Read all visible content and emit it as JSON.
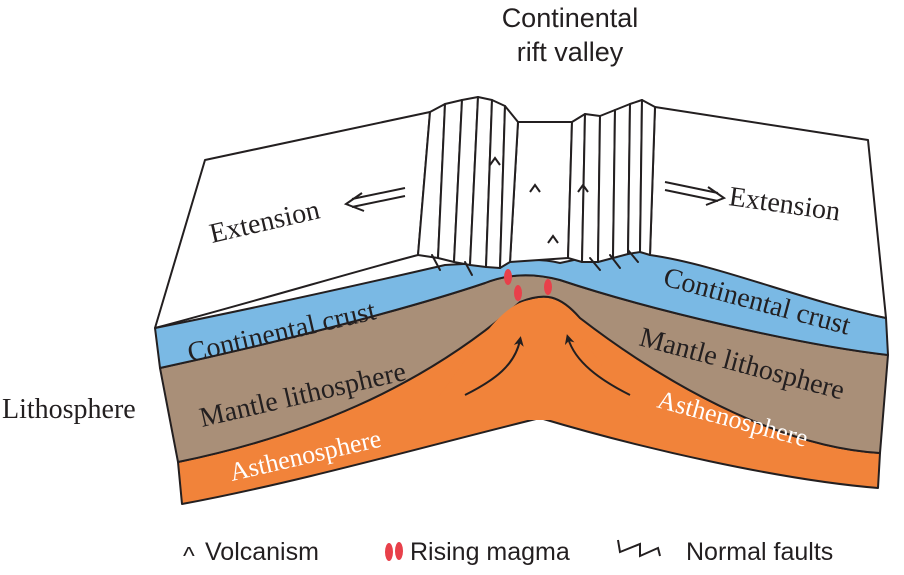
{
  "title": {
    "line1": "Continental",
    "line2": "rift valley"
  },
  "labels": {
    "extension_left": "Extension",
    "extension_right": "Extension",
    "crust_left": "Continental crust",
    "crust_right": "Continental crust",
    "mantle_left": "Mantle lithosphere",
    "mantle_right": "Mantle lithosphere",
    "astheno_left": "Asthenosphere",
    "astheno_right": "Asthenosphere",
    "lithosphere": "Lithosphere"
  },
  "legend": {
    "volcanism_symbol": "^",
    "volcanism": "Volcanism",
    "magma": "Rising magma",
    "faults": "Normal faults"
  },
  "colors": {
    "crust": "#7ab9e4",
    "mantle": "#a98f78",
    "asthenosphere": "#f1833a",
    "magma": "#e8404a",
    "line": "#231f20"
  },
  "icons": {
    "volcanism": "caret-icon",
    "magma": "magma-drop-icon",
    "faults": "normal-fault-icon",
    "extension_arrow": "double-arrow-icon",
    "flow_arrow": "curved-arrow-icon"
  }
}
